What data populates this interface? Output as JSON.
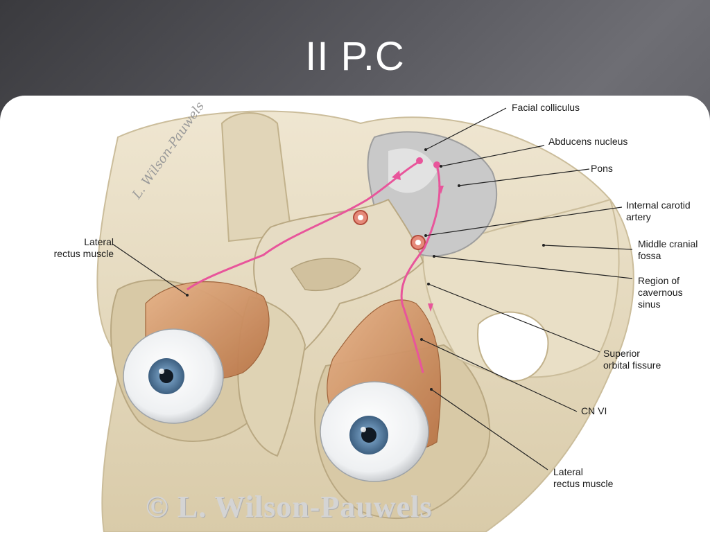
{
  "slide": {
    "title": "II P.C"
  },
  "labels": {
    "facial_colliculus": "Facial colliculus",
    "abducens_nucleus": "Abducens nucleus",
    "pons": "Pons",
    "internal_carotid_1": "Internal carotid",
    "internal_carotid_2": "artery",
    "middle_cranial_1": "Middle cranial",
    "middle_cranial_2": "fossa",
    "cavernous_1": "Region of",
    "cavernous_2": "cavernous",
    "cavernous_3": "sinus",
    "sup_orbital_1": "Superior",
    "sup_orbital_2": "orbital fissure",
    "cn_vi": "CN VI",
    "lat_rectus_right_1": "Lateral",
    "lat_rectus_right_2": "rectus muscle",
    "lat_rectus_left_1": "Lateral",
    "lat_rectus_left_2": "rectus muscle"
  },
  "signature": "L. Wilson-Pauwels",
  "copyright": "© L. Wilson-Pauwels",
  "colors": {
    "bone": "#e6dcc4",
    "bone_dark": "#c9b997",
    "nerve": "#e8559b",
    "muscle": "#c98a5a",
    "pons": "#c8c8c8",
    "iris": "#5f86a8"
  }
}
